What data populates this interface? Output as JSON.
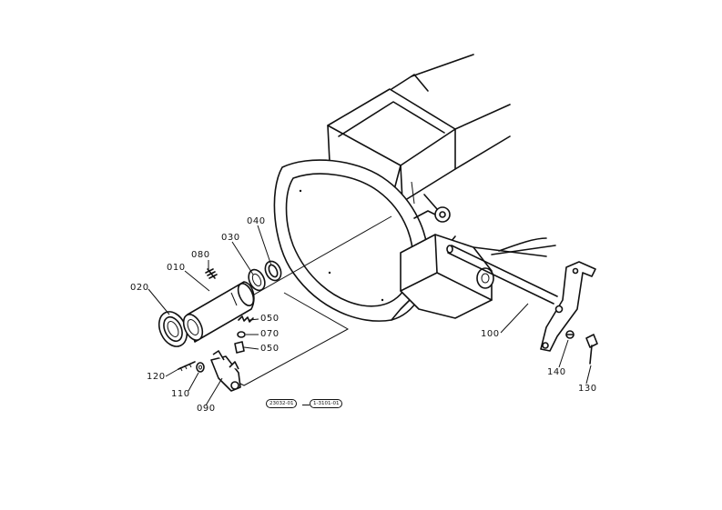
{
  "parts": [
    {
      "id": "p010",
      "number": "010"
    },
    {
      "id": "p020",
      "number": "020"
    },
    {
      "id": "p030",
      "number": "030"
    },
    {
      "id": "p040",
      "number": "040"
    },
    {
      "id": "p050a",
      "number": "050"
    },
    {
      "id": "p050b",
      "number": "050"
    },
    {
      "id": "p070",
      "number": "070"
    },
    {
      "id": "p080",
      "number": "080"
    },
    {
      "id": "p090",
      "number": "090"
    },
    {
      "id": "p100",
      "number": "100"
    },
    {
      "id": "p110",
      "number": "110"
    },
    {
      "id": "p120",
      "number": "120"
    },
    {
      "id": "p130",
      "number": "130"
    },
    {
      "id": "p140",
      "number": "140"
    }
  ],
  "references": [
    "23032-01",
    "1-3101-01"
  ]
}
